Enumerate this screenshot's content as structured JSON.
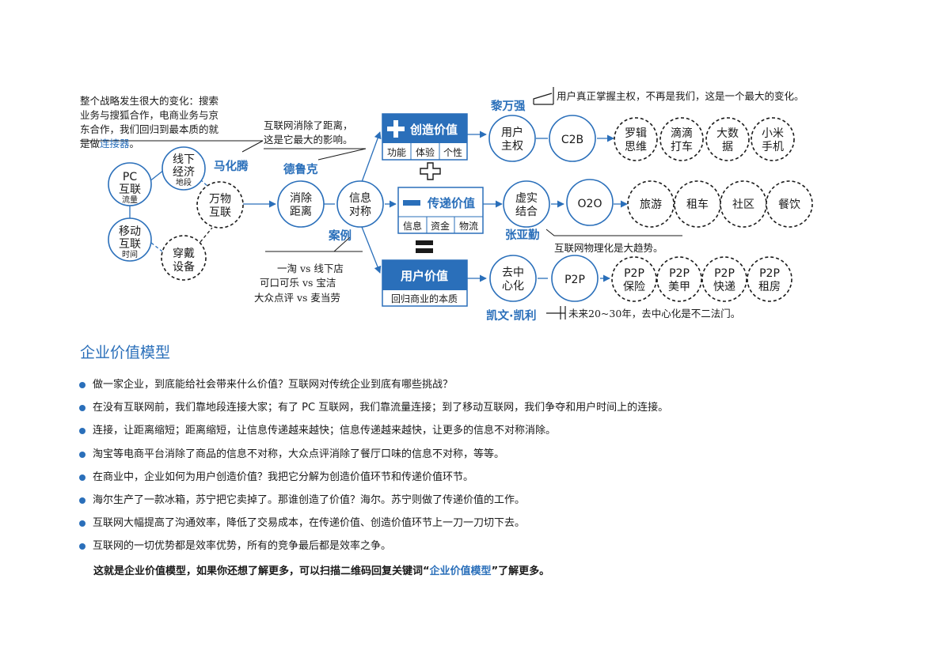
{
  "diagram": {
    "notes": {
      "strategy": "整个战略发生很大的变化：搜索\n业务与搜狐合作，电商业务与京\n东合作，我们回归到最本质的就\n是做",
      "strategy_link": "连接器",
      "strategy_end": "。",
      "distance": "互联网消除了距离，\n这是它最大的影响。",
      "cases_1": "一淘 vs 线下店",
      "cases_2": "可口可乐 vs 宝洁",
      "cases_3": "大众点评 vs 麦当劳",
      "user_power": "用户真正掌握主权，不再是我们，这是一个最大的变化。",
      "physical": "互联网物理化是大趋势。",
      "future": "未来20~30年，去中心化是不二法门。"
    },
    "people": {
      "ma": "马化腾",
      "drucker": "德鲁克",
      "li": "黎万强",
      "zhang": "张亚勤",
      "kevin": "凯文·凯利"
    },
    "case_label": "案例",
    "nodes": {
      "pc_1": "PC",
      "pc_2": "互联",
      "pc_3": "流量",
      "mobile_1": "移动",
      "mobile_2": "互联",
      "mobile_3": "时间",
      "offline_1": "线下",
      "offline_2": "经济",
      "offline_3": "地段",
      "wearable_1": "穿戴",
      "wearable_2": "设备",
      "iot_1": "万物",
      "iot_2": "互联",
      "remove_1": "消除",
      "remove_2": "距离",
      "info_1": "信息",
      "info_2": "对称",
      "user_1": "用户",
      "user_2": "主权",
      "c2b": "C2B",
      "logic_1": "罗辑",
      "logic_2": "思维",
      "didi_1": "滴滴",
      "didi_2": "打车",
      "bigdata_1": "大数",
      "bigdata_2": "据",
      "xiaomi_1": "小米",
      "xiaomi_2": "手机",
      "virtual_1": "虚实",
      "virtual_2": "结合",
      "o2o": "O2O",
      "travel": "旅游",
      "rent_car": "租车",
      "community": "社区",
      "dining": "餐饮",
      "decentral_1": "去中",
      "decentral_2": "心化",
      "p2p": "P2P",
      "p2p_a1": "P2P",
      "p2p_a2": "保险",
      "p2p_b1": "P2P",
      "p2p_b2": "美甲",
      "p2p_c1": "P2P",
      "p2p_c2": "快递",
      "p2p_d1": "P2P",
      "p2p_d2": "租房"
    },
    "boxes": {
      "create_title": "创造价值",
      "create_items": [
        "功能",
        "体验",
        "个性"
      ],
      "deliver_title": "传递价值",
      "deliver_items": [
        "信息",
        "资金",
        "物流"
      ],
      "user_title": "用户价值",
      "user_sub": "回归商业的本质"
    }
  },
  "section_title": "企业价值模型",
  "bullets": [
    "做一家企业，到底能给社会带来什么价值？互联网对传统企业到底有哪些挑战？",
    "在没有互联网前，我们靠地段连接大家；有了 PC 互联网，我们靠流量连接；到了移动互联网，我们争夺和用户时间上的连接。",
    "连接，让距离缩短；距离缩短，让信息传递越来越快；信息传递越来越快，让更多的信息不对称消除。",
    "淘宝等电商平台消除了商品的信息不对称，大众点评消除了餐厅口味的信息不对称，等等。",
    "在商业中，企业如何为用户创造价值？我把它分解为创造价值环节和传递价值环节。",
    "海尔生产了一款冰箱，苏宁把它卖掉了。那谁创造了价值？海尔。苏宁则做了传递价值的工作。",
    "互联网大幅提高了沟通效率，降低了交易成本，在传递价值、创造价值环节上一刀一刀切下去。",
    "互联网的一切优势都是效率优势，所有的竞争最后都是效率之争。"
  ],
  "closing": {
    "before": "这就是企业价值模型，如果你还想了解更多，可以扫描二维码回复关键词“",
    "keyword": "企业价值模型",
    "after": "”了解更多。"
  },
  "colors": {
    "accent": "#2a6fba",
    "text": "#1a1a1a"
  }
}
